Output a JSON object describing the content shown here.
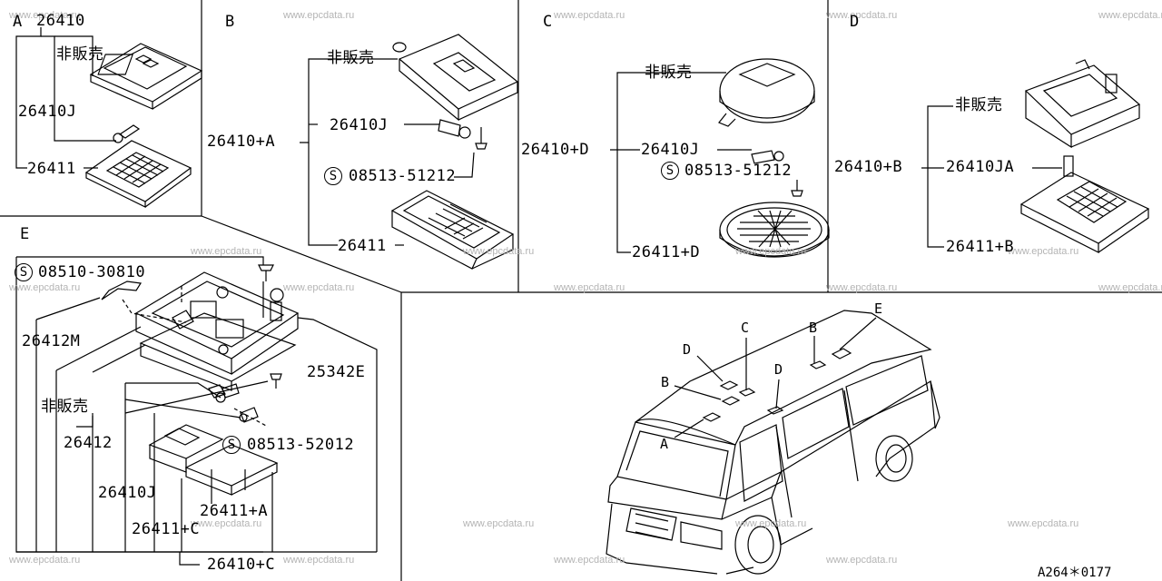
{
  "watermark": "www.epcdata.ru",
  "sections": {
    "A": {
      "letter": "A",
      "top_code": "26410",
      "labels": [
        "非販売",
        "26410J",
        "26411"
      ]
    },
    "B": {
      "letter": "B",
      "labels": [
        "非販売",
        "26410J",
        "08513-51212",
        "26411",
        "26410+A"
      ]
    },
    "C": {
      "letter": "C",
      "labels": [
        "非販売",
        "26410J",
        "08513-51212",
        "26411+D",
        "26410+D"
      ]
    },
    "D": {
      "letter": "D",
      "labels": [
        "非販売",
        "26410JA",
        "26411+B",
        "26410+B"
      ]
    },
    "E": {
      "letter": "E",
      "labels": [
        "08510-30810",
        "26412M",
        "非販売",
        "26412",
        "26410J",
        "26411+C",
        "26411+A",
        "26410+C",
        "25342E",
        "08513-52012"
      ]
    }
  },
  "vehicle_callouts": [
    "A",
    "B",
    "B",
    "C",
    "D",
    "D",
    "E"
  ],
  "screw_symbol": "S",
  "diagram_code": "A264＊0177"
}
